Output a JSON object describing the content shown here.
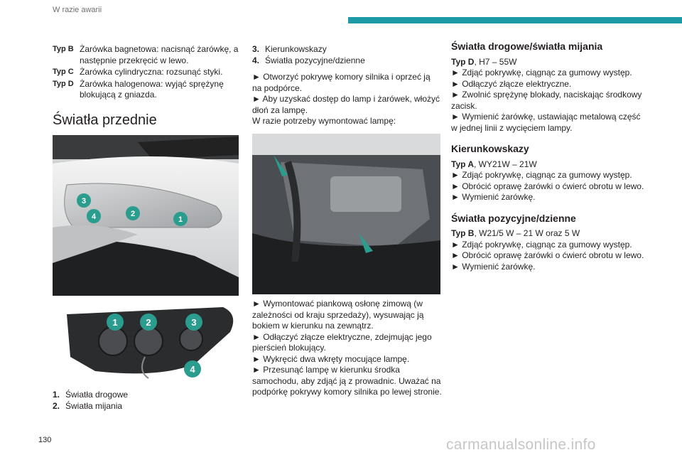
{
  "header": {
    "title": "W razie awarii"
  },
  "footer": {
    "page_number": "130",
    "watermark": "carmanualsonline.info"
  },
  "col1": {
    "types": [
      {
        "label": "Typ B",
        "text": "Żarówka bagnetowa: nacisnąć żarówkę, a następnie przekręcić w lewo."
      },
      {
        "label": "Typ C",
        "text": "Żarówka cylindryczna: rozsunąć styki."
      },
      {
        "label": "Typ D",
        "text": "Żarówka halogenowa: wyjąć sprężynę blokującą z gniazda."
      }
    ],
    "section_title": "Światła przednie",
    "photo1_markers": [
      "3",
      "4",
      "2",
      "1"
    ],
    "photo2_markers": [
      "1",
      "2",
      "3",
      "4"
    ],
    "list": [
      {
        "num": "1.",
        "text": "Światła drogowe"
      },
      {
        "num": "2.",
        "text": "Światła mijania"
      }
    ]
  },
  "col2": {
    "list": [
      {
        "num": "3.",
        "text": "Kierunkowskazy"
      },
      {
        "num": "4.",
        "text": "Światła pozycyjne/dzienne"
      }
    ],
    "steps_top": [
      "► Otworzyć pokrywę komory silnika i oprzeć ją na podpórce.",
      "► Aby uzyskać dostęp do lamp i żarówek, włożyć dłoń za lampę.",
      "W razie potrzeby wymontować lampę:"
    ],
    "steps_bottom": [
      "► Wymontować piankową osłonę zimową (w zależności od kraju sprzedaży), wysuwając ją bokiem w kierunku na zewnątrz.",
      "► Odłączyć złącze elektryczne, zdejmując jego pierścień blokujący.",
      "► Wykręcić dwa wkręty mocujące lampę.",
      "► Przesunąć lampę w kierunku środka samochodu, aby zdjąć ją z prowadnic. Uważać na podpórkę pokrywy komory silnika po lewej stronie."
    ]
  },
  "col3": {
    "s1": {
      "title": "Światła drogowe/światła mijania",
      "typ_label": "Typ D",
      "typ_value": ", H7 – 55W",
      "steps": [
        "► Zdjąć pokrywkę, ciągnąc za gumowy występ.",
        "► Odłączyć złącze elektryczne.",
        "► Zwolnić sprężynę blokady, naciskając środkowy zacisk.",
        "► Wymienić żarówkę, ustawiając metalową część w jednej linii z wycięciem lampy."
      ]
    },
    "s2": {
      "title": "Kierunkowskazy",
      "typ_label": "Typ A",
      "typ_value": ", WY21W – 21W",
      "steps": [
        "► Zdjąć pokrywkę, ciągnąc za gumowy występ.",
        "► Obrócić oprawę żarówki o ćwierć obrotu w lewo.",
        "► Wymienić żarówkę."
      ]
    },
    "s3": {
      "title": "Światła pozycyjne/dzienne",
      "typ_label": "Typ B",
      "typ_value": ", W21/5 W – 21 W oraz 5 W",
      "steps": [
        "► Zdjąć pokrywkę, ciągnąc za gumowy występ.",
        "► Obrócić oprawę żarówki o ćwierć obrotu w lewo.",
        "► Wymienić żarówkę."
      ]
    }
  },
  "colors": {
    "accent": "#1c9ba6",
    "marker": "#2a9d8f"
  }
}
